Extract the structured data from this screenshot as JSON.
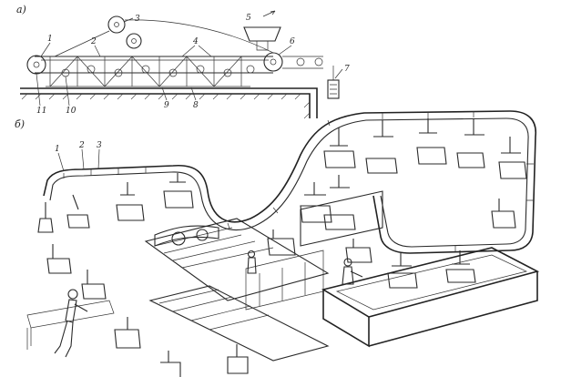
{
  "panel_a": {
    "label": "а)",
    "callouts": [
      "1",
      "2",
      "3",
      "4",
      "5",
      "6",
      "7",
      "8",
      "9",
      "10",
      "11"
    ]
  },
  "panel_b": {
    "label": "б)",
    "callouts": [
      "1",
      "2",
      "3"
    ]
  }
}
